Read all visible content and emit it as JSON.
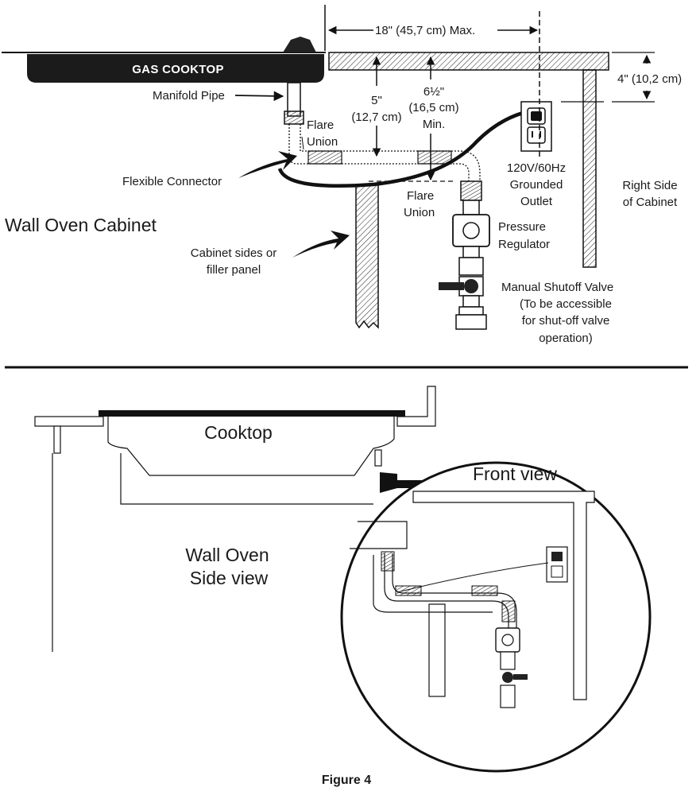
{
  "top_diagram": {
    "header_label": "GAS COOKTOP",
    "title": "Wall Oven Cabinet",
    "labels": {
      "manifold_pipe": "Manifold Pipe",
      "flare_union_top_1": "Flare",
      "flare_union_top_2": "Union",
      "flexible_connector": "Flexible Connector",
      "flare_union_bottom_1": "Flare",
      "flare_union_bottom_2": "Union",
      "cabinet_sides_1": "Cabinet sides or",
      "cabinet_sides_2": "filler panel",
      "outlet_1": "120V/60Hz",
      "outlet_2": "Grounded",
      "outlet_3": "Outlet",
      "right_side_1": "Right Side",
      "right_side_2": "of Cabinet",
      "regulator_1": "Pressure",
      "regulator_2": "Regulator",
      "valve_1": "Manual Shutoff Valve",
      "valve_2": "(To be accessible",
      "valve_3": "for shut-off valve",
      "valve_4": "operation)"
    },
    "dimensions": {
      "max_width": "18\" (45,7 cm) Max.",
      "top_thickness": "4\" (10,2 cm)",
      "dim_5_1": "5\"",
      "dim_5_2": "(12,7 cm)",
      "dim_6_1": "6½\"",
      "dim_6_2": "(16,5 cm)",
      "dim_6_3": "Min."
    }
  },
  "bottom_diagram": {
    "cooktop_label": "Cooktop",
    "front_view_label": "Front view",
    "side_view_1": "Wall Oven",
    "side_view_2": "Side view"
  },
  "caption": "Figure 4"
}
